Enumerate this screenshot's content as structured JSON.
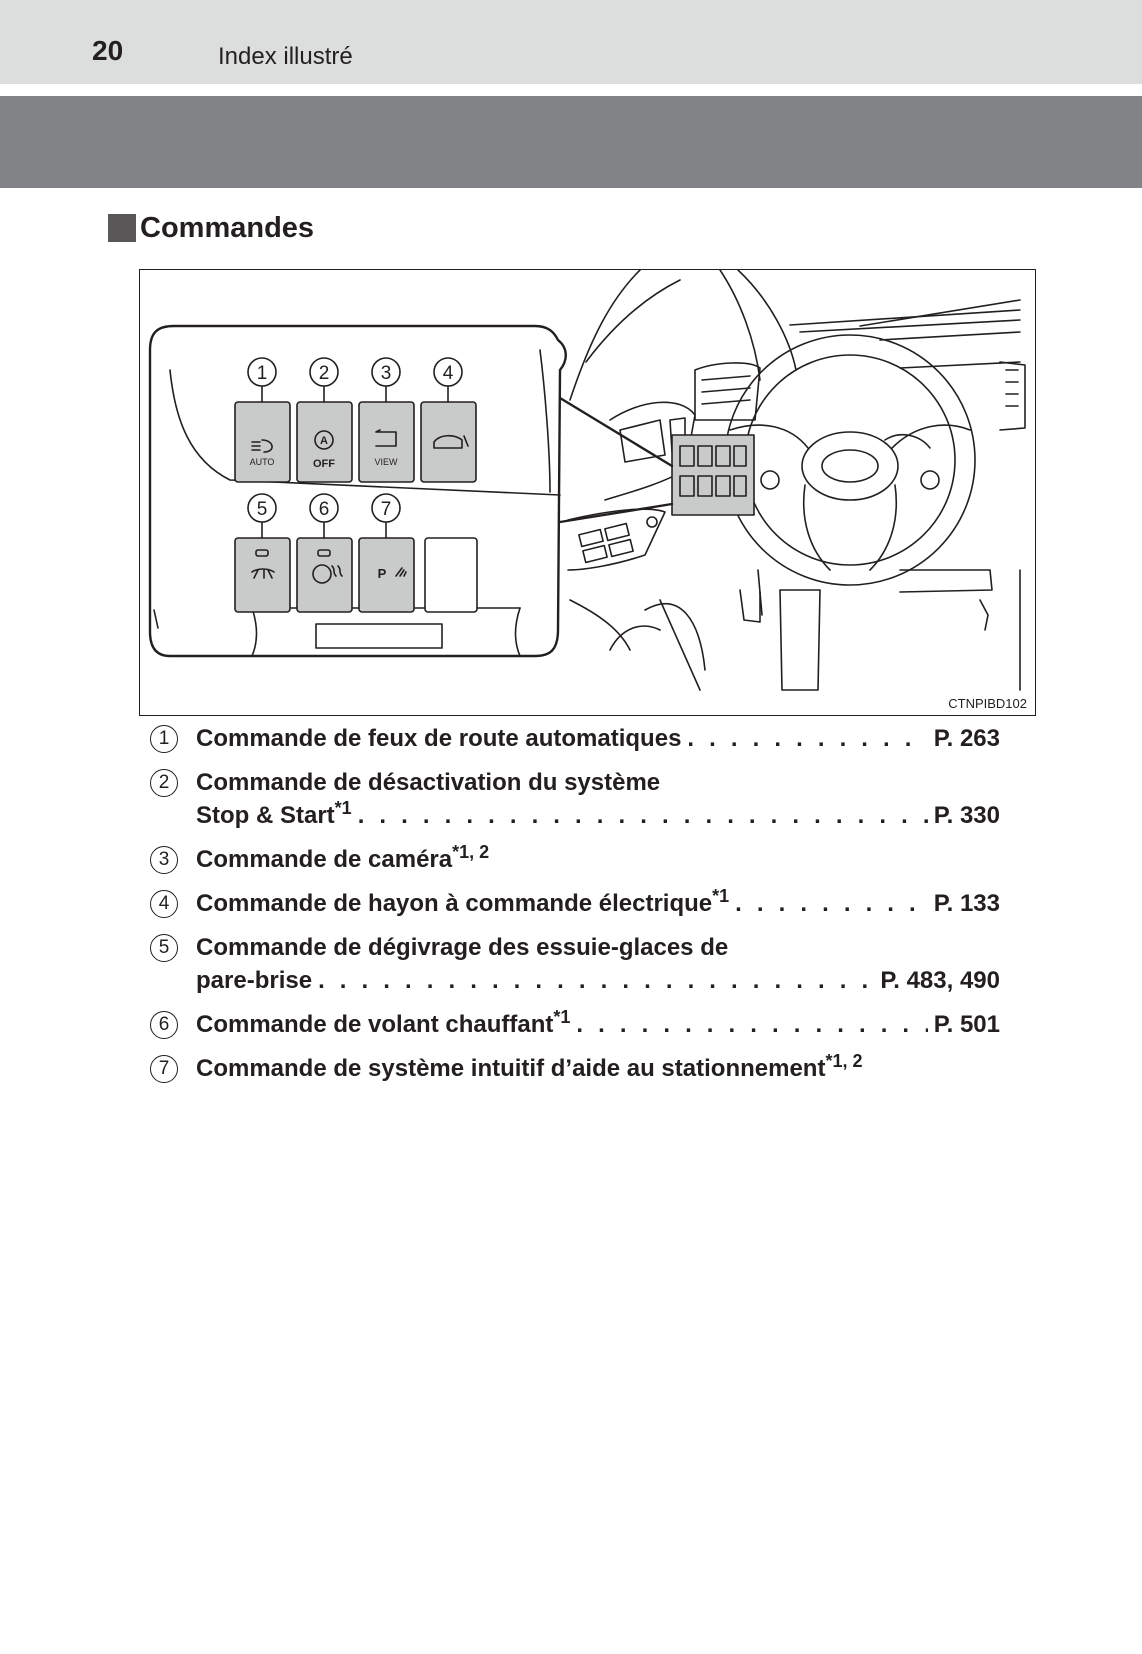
{
  "header": {
    "page_number": "20",
    "running_title": "Index illustré"
  },
  "section": {
    "title": "Commandes"
  },
  "figure": {
    "code": "CTNPIBD102",
    "callout_numbers": [
      "1",
      "2",
      "3",
      "4",
      "5",
      "6",
      "7"
    ],
    "switch_labels": {
      "auto": "AUTO",
      "off": "OFF",
      "view": "VIEW",
      "a_letter": "A",
      "p_letter": "P"
    }
  },
  "items": [
    {
      "num": "1",
      "lines": [
        {
          "text": "Commande de feux de route automatiques",
          "sup": "",
          "page": "P. 263"
        }
      ]
    },
    {
      "num": "2",
      "lines": [
        {
          "text": "Commande de désactivation du système",
          "sup": "",
          "page": ""
        },
        {
          "text": "Stop & Start",
          "sup": "*1",
          "page": "P. 330"
        }
      ]
    },
    {
      "num": "3",
      "lines": [
        {
          "text": "Commande de caméra",
          "sup": "*1, 2",
          "page": ""
        }
      ]
    },
    {
      "num": "4",
      "lines": [
        {
          "text": "Commande de hayon à commande électrique",
          "sup": "*1",
          "page": "P. 133"
        }
      ]
    },
    {
      "num": "5",
      "lines": [
        {
          "text": "Commande de dégivrage des essuie-glaces de",
          "sup": "",
          "page": ""
        },
        {
          "text": "pare-brise",
          "sup": "",
          "page": "P. 483, 490"
        }
      ]
    },
    {
      "num": "6",
      "lines": [
        {
          "text": "Commande de volant chauffant",
          "sup": "*1",
          "page": "P. 501"
        }
      ]
    },
    {
      "num": "7",
      "lines": [
        {
          "text": "Commande de système intuitif d’aide au stationnement",
          "sup": "*1, 2",
          "page": ""
        }
      ]
    }
  ]
}
